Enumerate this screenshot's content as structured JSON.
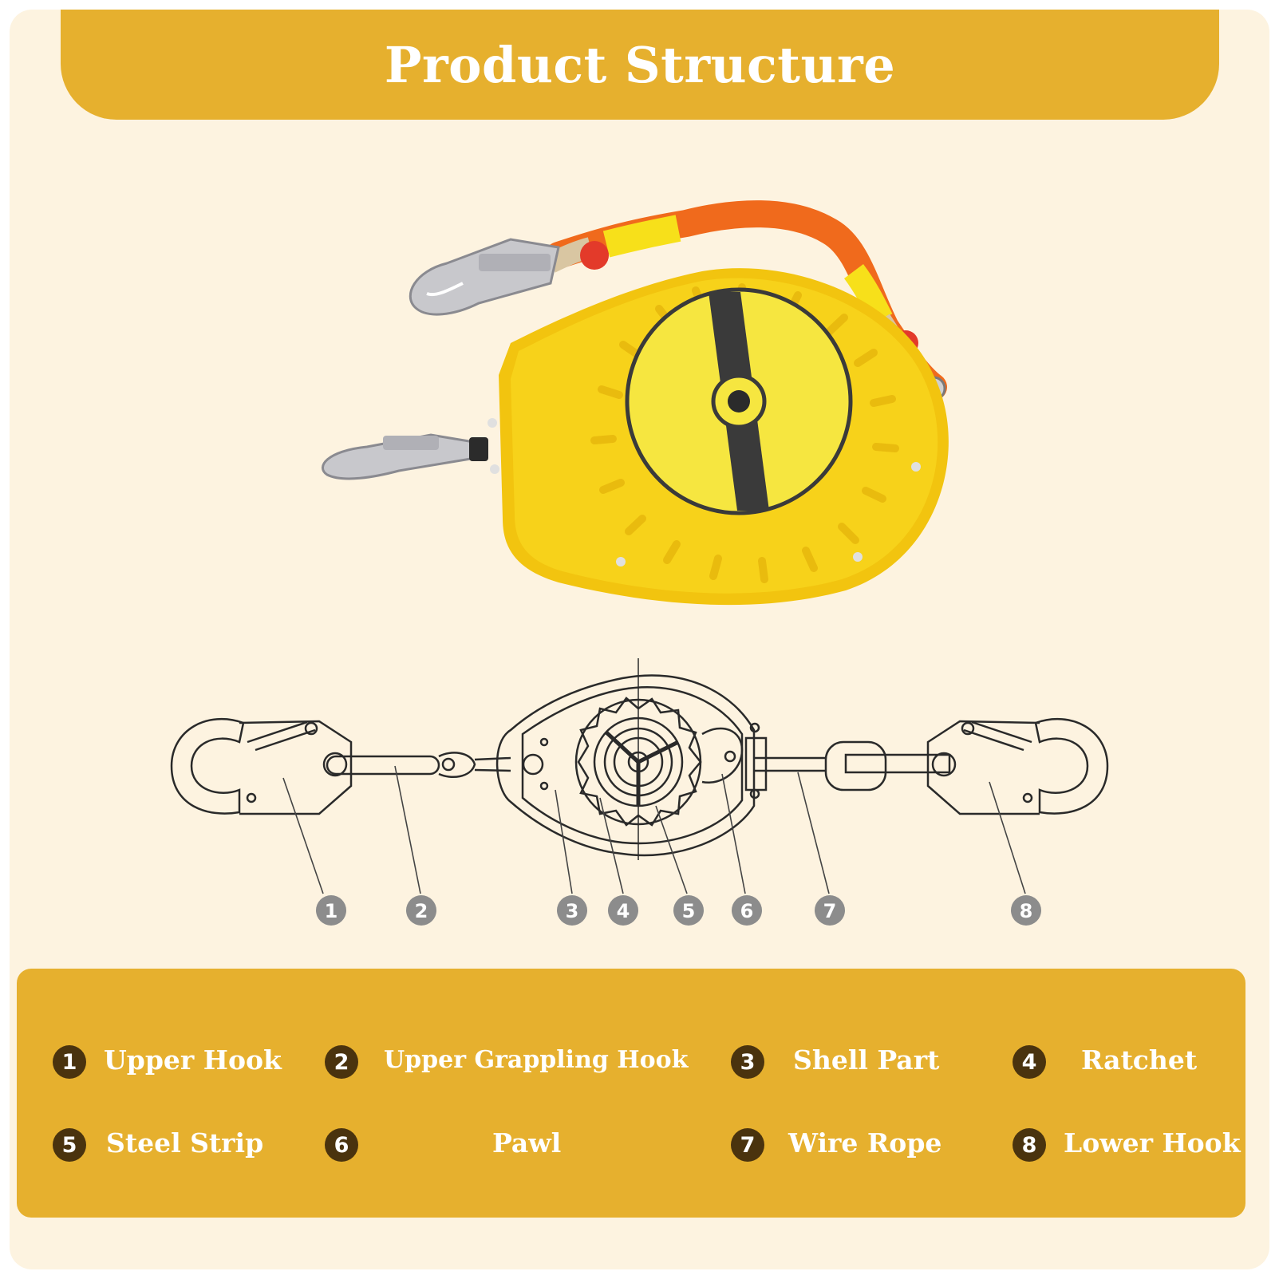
{
  "title": "Product Structure",
  "callouts": [
    "1",
    "2",
    "3",
    "4",
    "5",
    "6",
    "7",
    "8"
  ],
  "legend": [
    {
      "num": "1",
      "label": "Upper Hook"
    },
    {
      "num": "2",
      "label": "Upper Grappling Hook"
    },
    {
      "num": "3",
      "label": "Shell Part"
    },
    {
      "num": "4",
      "label": "Ratchet"
    },
    {
      "num": "5",
      "label": "Steel Strip"
    },
    {
      "num": "6",
      "label": "Pawl"
    },
    {
      "num": "7",
      "label": "Wire Rope"
    },
    {
      "num": "8",
      "label": "Lower Hook"
    }
  ],
  "colors": {
    "background": "#fdf3e0",
    "accent": "#e6b02e",
    "product_yellow": "#f6d21c",
    "badge": "#4a330e",
    "callout_gray": "#8c8c8c"
  }
}
